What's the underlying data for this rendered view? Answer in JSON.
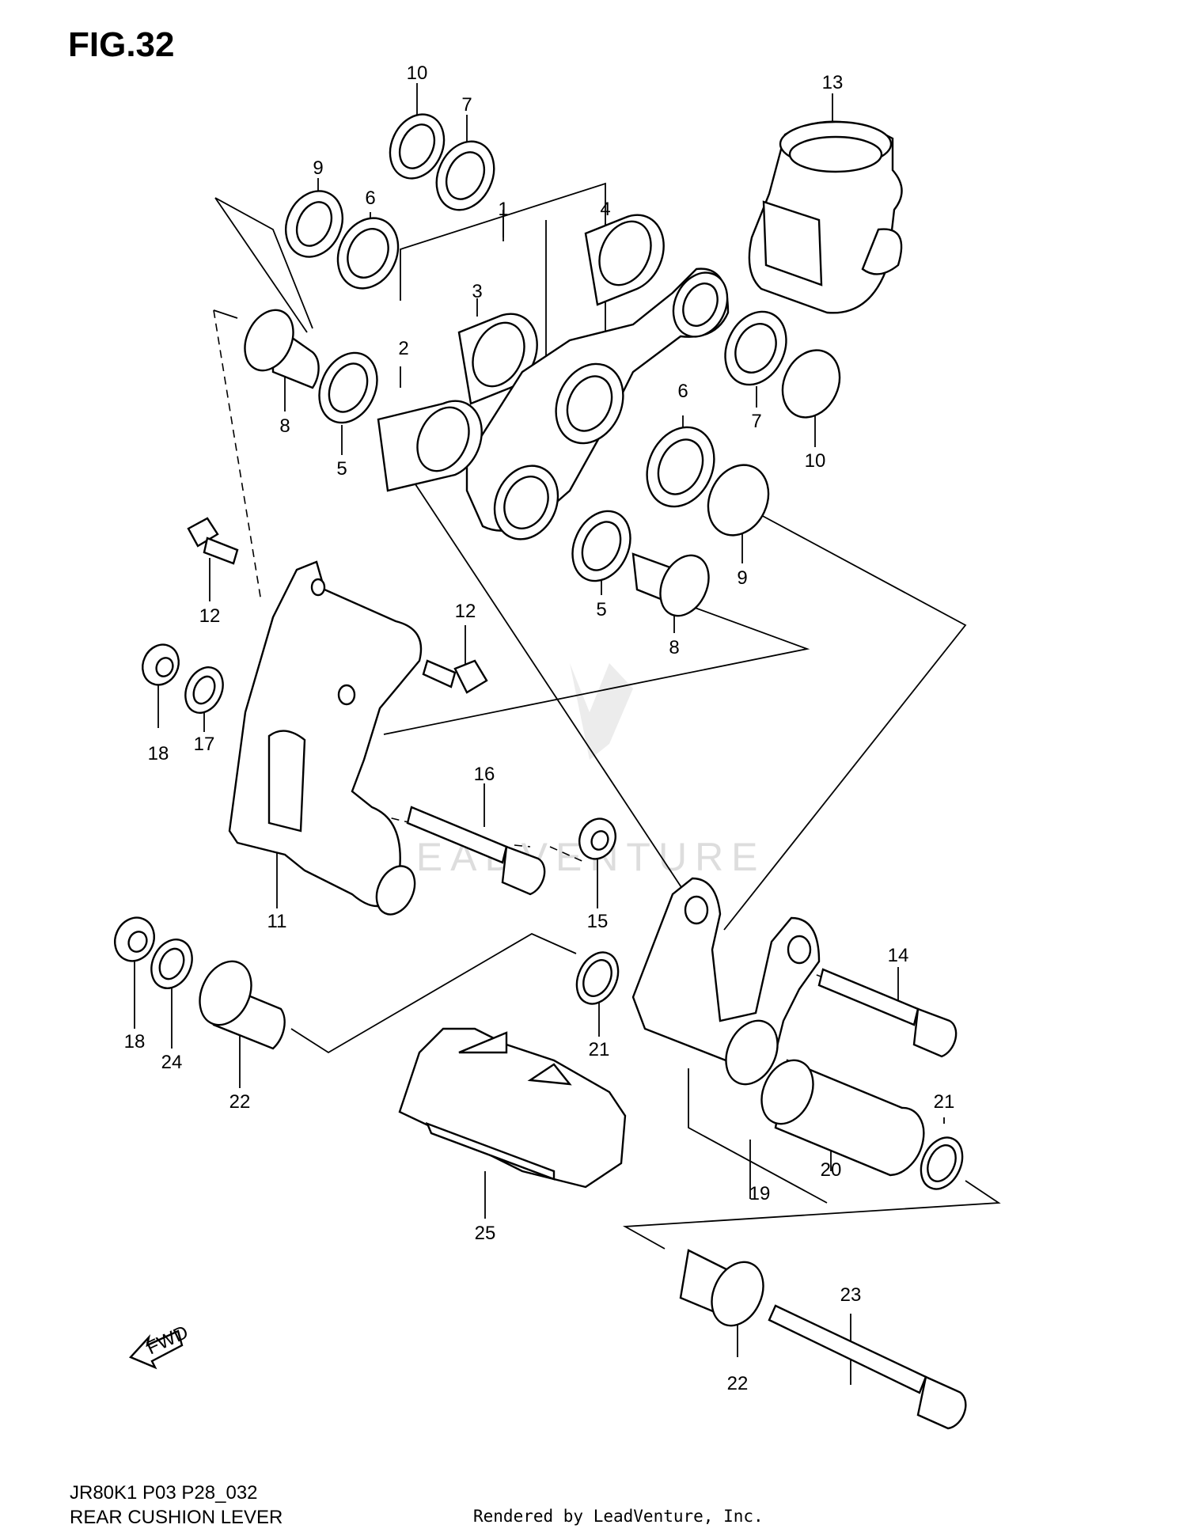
{
  "figure": {
    "title": "FIG.32",
    "model_code": "JR80K1 P03 P28_032",
    "name": "REAR CUSHION LEVER"
  },
  "credit": "Rendered by LeadVenture, Inc.",
  "watermark": {
    "text": "LEADVENTURE"
  },
  "fwd_label": "FWD",
  "callouts": [
    "10",
    "7",
    "13",
    "9",
    "6",
    "1",
    "4",
    "3",
    "2",
    "8",
    "5",
    "7",
    "10",
    "6",
    "9",
    "5",
    "8",
    "12",
    "12",
    "18",
    "17",
    "16",
    "11",
    "15",
    "14",
    "18",
    "24",
    "22",
    "21",
    "21",
    "20",
    "19",
    "25",
    "23",
    "22"
  ]
}
